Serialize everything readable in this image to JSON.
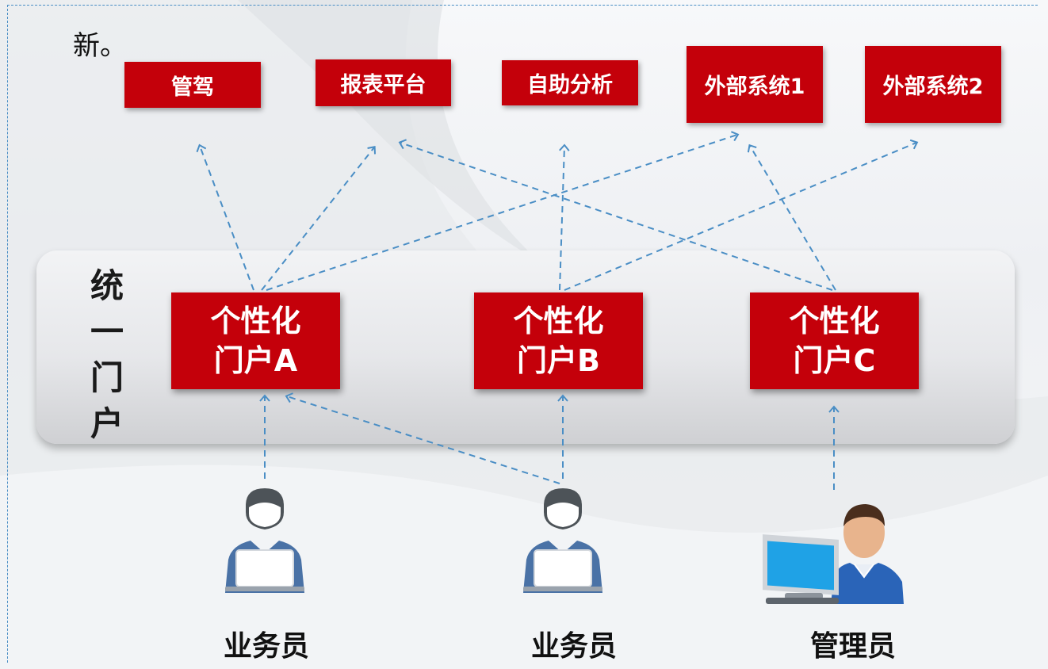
{
  "intro_text": "新。",
  "systems": [
    {
      "id": "guanjia",
      "label": "管驾"
    },
    {
      "id": "report",
      "label": "报表平台"
    },
    {
      "id": "selfservice",
      "label": "自助分析"
    },
    {
      "id": "ext1",
      "label": "外部系统1"
    },
    {
      "id": "ext2",
      "label": "外部系统2"
    }
  ],
  "portal_band": {
    "label_chars": [
      "统",
      "一",
      "门",
      "户"
    ]
  },
  "portals": [
    {
      "line1": "个性化",
      "line2": "门户A"
    },
    {
      "line1": "个性化",
      "line2": "门户B"
    },
    {
      "line1": "个性化",
      "line2": "门户C"
    }
  ],
  "users": [
    {
      "label": "业务员",
      "icon": "salesperson-laptop-icon"
    },
    {
      "label": "业务员",
      "icon": "salesperson-laptop-icon"
    },
    {
      "label": "管理员",
      "icon": "administrator-computer-icon"
    }
  ],
  "colors": {
    "box_red": "#c4000a",
    "link_blue": "#4a8ec5",
    "user_blue": "#4a72a6"
  }
}
